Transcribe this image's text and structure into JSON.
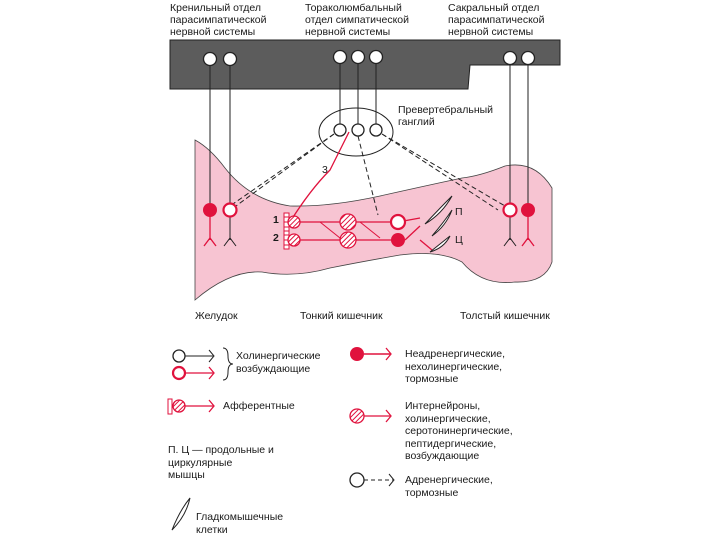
{
  "colors": {
    "red": "#e0123d",
    "tissue": "#f7c4d2",
    "cord": "#5c5c5c",
    "ink": "#222222"
  },
  "header": {
    "cranial": "Кренильный отдел\nпарасимпатической\nнервной системы",
    "thoracolumbar": "Тораколюмбальный\nотдел симпатической\nнервной системы",
    "sacral": "Сакральный отдел\nпарасимпатической\nнервной системы"
  },
  "diagram": {
    "ganglion_label": "Превертебральный\nганглий",
    "neuron_1": "1",
    "neuron_2": "2",
    "neuron_3": "3",
    "muscle_p": "П",
    "muscle_c": "Ц",
    "stomach": "Желудок",
    "small_intestine": "Тонкий кишечник",
    "large_intestine": "Толстый кишечник"
  },
  "legend": {
    "cholinergic": "Холинергические\nвозбуждающие",
    "afferent": "Афферентные",
    "muscles": "П. Ц — продольные и\nциркулярные\nмышцы",
    "smooth_muscle": "Гладкомышечные\nклетки",
    "nonadrenergic": "Неадренергические,\nнехолинергические,\nтормозные",
    "interneurons": "Интернейроны,\nхолинергические,\nсеротонинергические,\nпептидергические,\nвозбуждающие",
    "adrenergic": "Адренергические,\nтормозные"
  }
}
